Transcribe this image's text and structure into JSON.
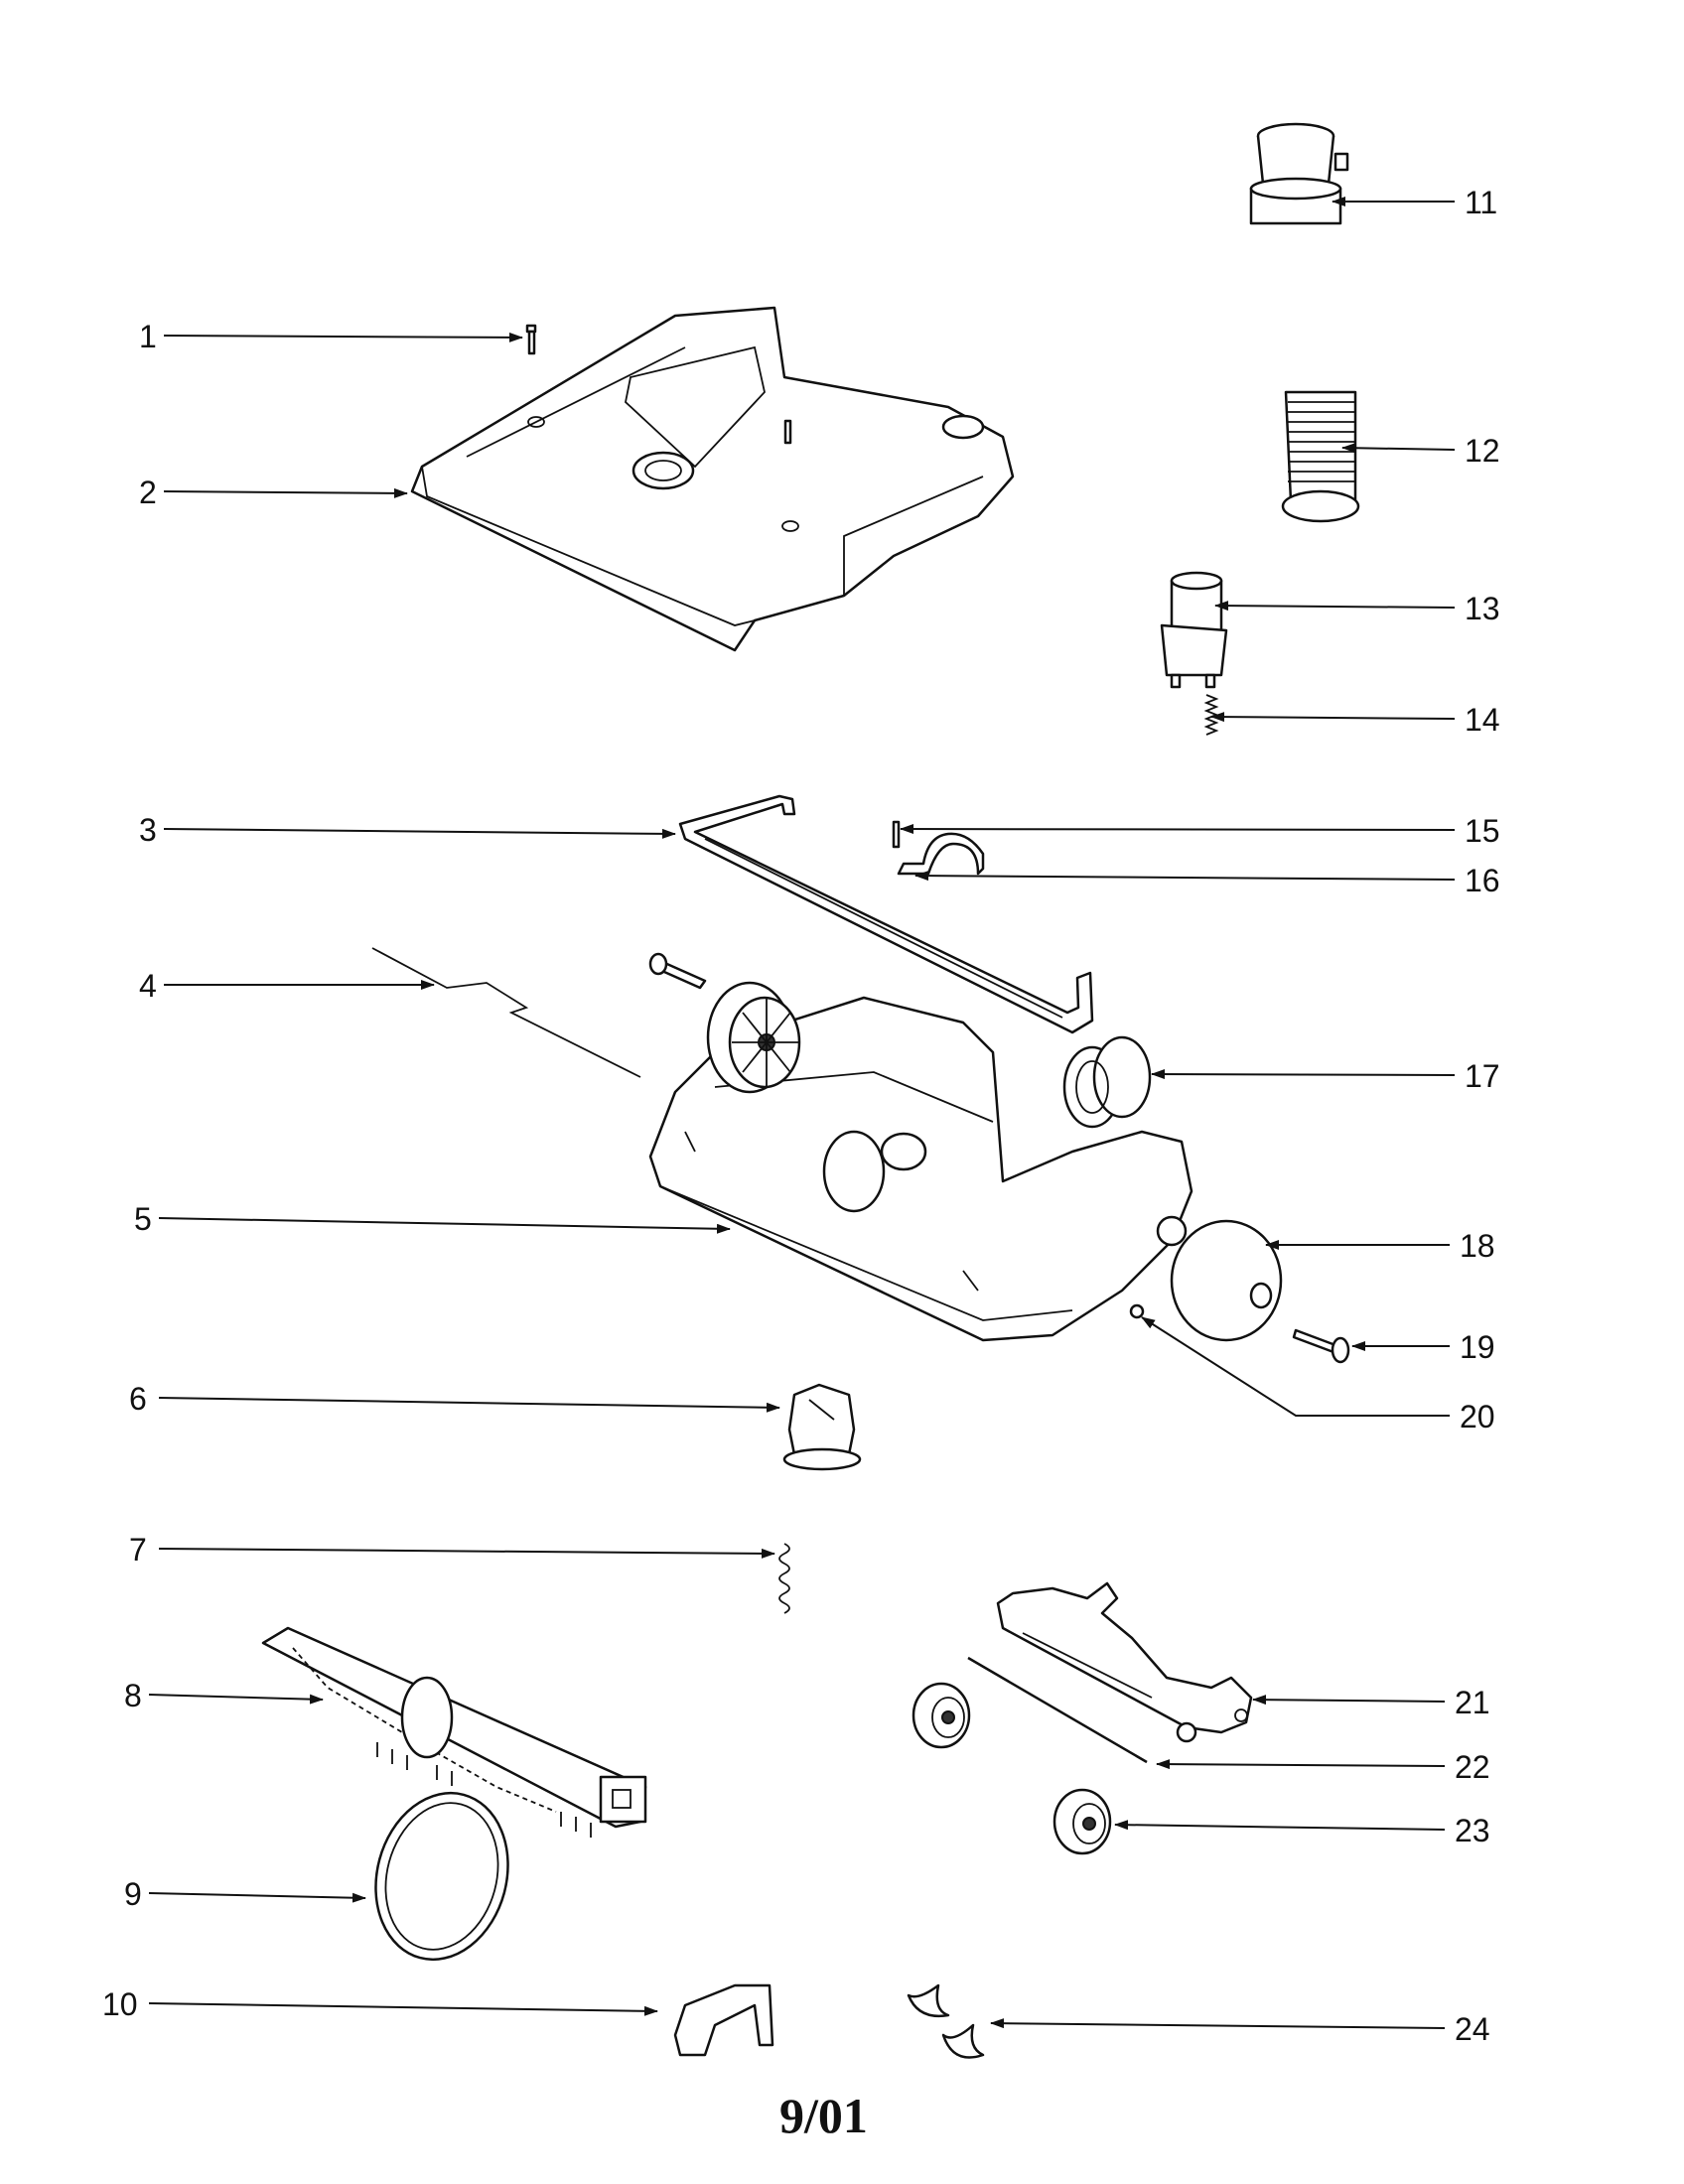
{
  "diagram": {
    "footer": "9/01",
    "parts": [
      {
        "id": 1,
        "label": "1"
      },
      {
        "id": 2,
        "label": "2"
      },
      {
        "id": 3,
        "label": "3"
      },
      {
        "id": 4,
        "label": "4"
      },
      {
        "id": 5,
        "label": "5"
      },
      {
        "id": 6,
        "label": "6"
      },
      {
        "id": 7,
        "label": "7"
      },
      {
        "id": 8,
        "label": "8"
      },
      {
        "id": 9,
        "label": "9"
      },
      {
        "id": 10,
        "label": "10"
      },
      {
        "id": 11,
        "label": "11"
      },
      {
        "id": 12,
        "label": "12"
      },
      {
        "id": 13,
        "label": "13"
      },
      {
        "id": 14,
        "label": "14"
      },
      {
        "id": 15,
        "label": "15"
      },
      {
        "id": 16,
        "label": "16"
      },
      {
        "id": 17,
        "label": "17"
      },
      {
        "id": 18,
        "label": "18"
      },
      {
        "id": 19,
        "label": "19"
      },
      {
        "id": 20,
        "label": "20"
      },
      {
        "id": 21,
        "label": "21"
      },
      {
        "id": 22,
        "label": "22"
      },
      {
        "id": 23,
        "label": "23"
      },
      {
        "id": 24,
        "label": "24"
      }
    ]
  }
}
